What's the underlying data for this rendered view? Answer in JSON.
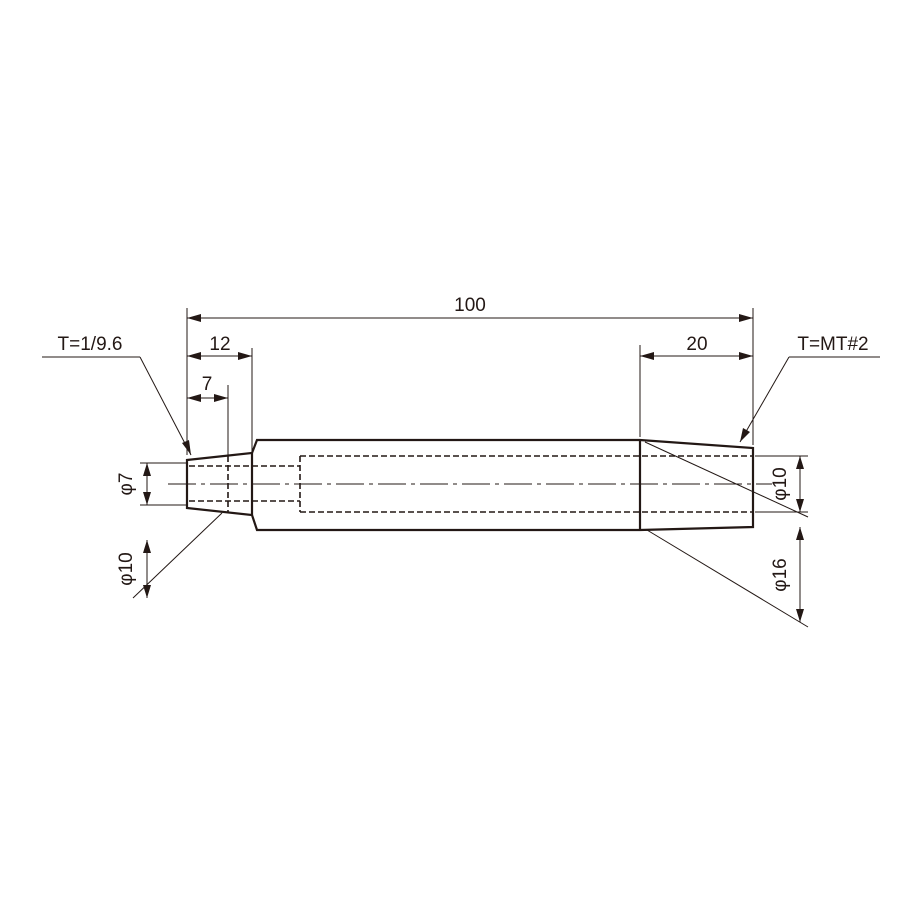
{
  "drawing": {
    "dims": {
      "overall_length": "100",
      "small_taper_length": "12",
      "small_bore_depth": "7",
      "large_taper_length": "20",
      "small_end_diameter": "φ7",
      "small_taper_diameter": "φ10",
      "large_end_diameter": "φ10",
      "body_diameter": "φ16"
    },
    "notes": {
      "small_taper": "T=1/9.6",
      "large_taper": "T=MT#2"
    }
  }
}
